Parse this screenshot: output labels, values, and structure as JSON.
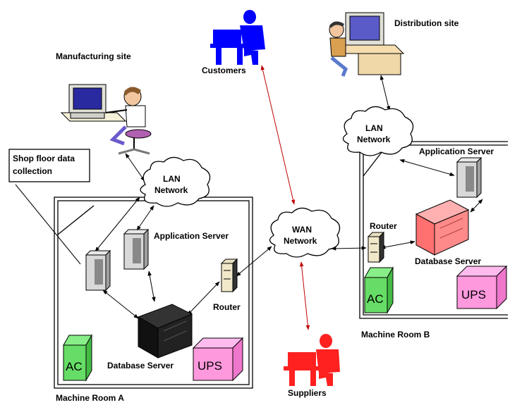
{
  "labels": {
    "manufacturing_site": "Manufacturing site",
    "customers": "Customers",
    "distribution_site": "Distribution site",
    "shop_floor_line1": "Shop floor data",
    "shop_floor_line2": "collection",
    "lan_a_line1": "LAN",
    "lan_a_line2": "Network",
    "lan_b_line1": "LAN",
    "lan_b_line2": "Network",
    "wan_line1": "WAN",
    "wan_line2": "Network",
    "app_server_a": "Application Server",
    "app_server_b": "Application Server",
    "router_a": "Router",
    "router_b": "Router",
    "db_server_a": "Database Server",
    "db_server_b": "Database Server",
    "ac_a": "AC",
    "ac_b": "AC",
    "ups_a": "UPS",
    "ups_b": "UPS",
    "machine_room_a": "Machine Room A",
    "machine_room_b": "Machine Room B",
    "suppliers": "Suppliers"
  },
  "colors": {
    "customers": "#0000ff",
    "suppliers": "#ff2020",
    "wan_links": "#c00000",
    "ac_fill": "#66dd66",
    "ups_fill": "#ff99dd",
    "db_server_b_fill": "#ff8080",
    "db_server_a_fill": "#111111"
  }
}
